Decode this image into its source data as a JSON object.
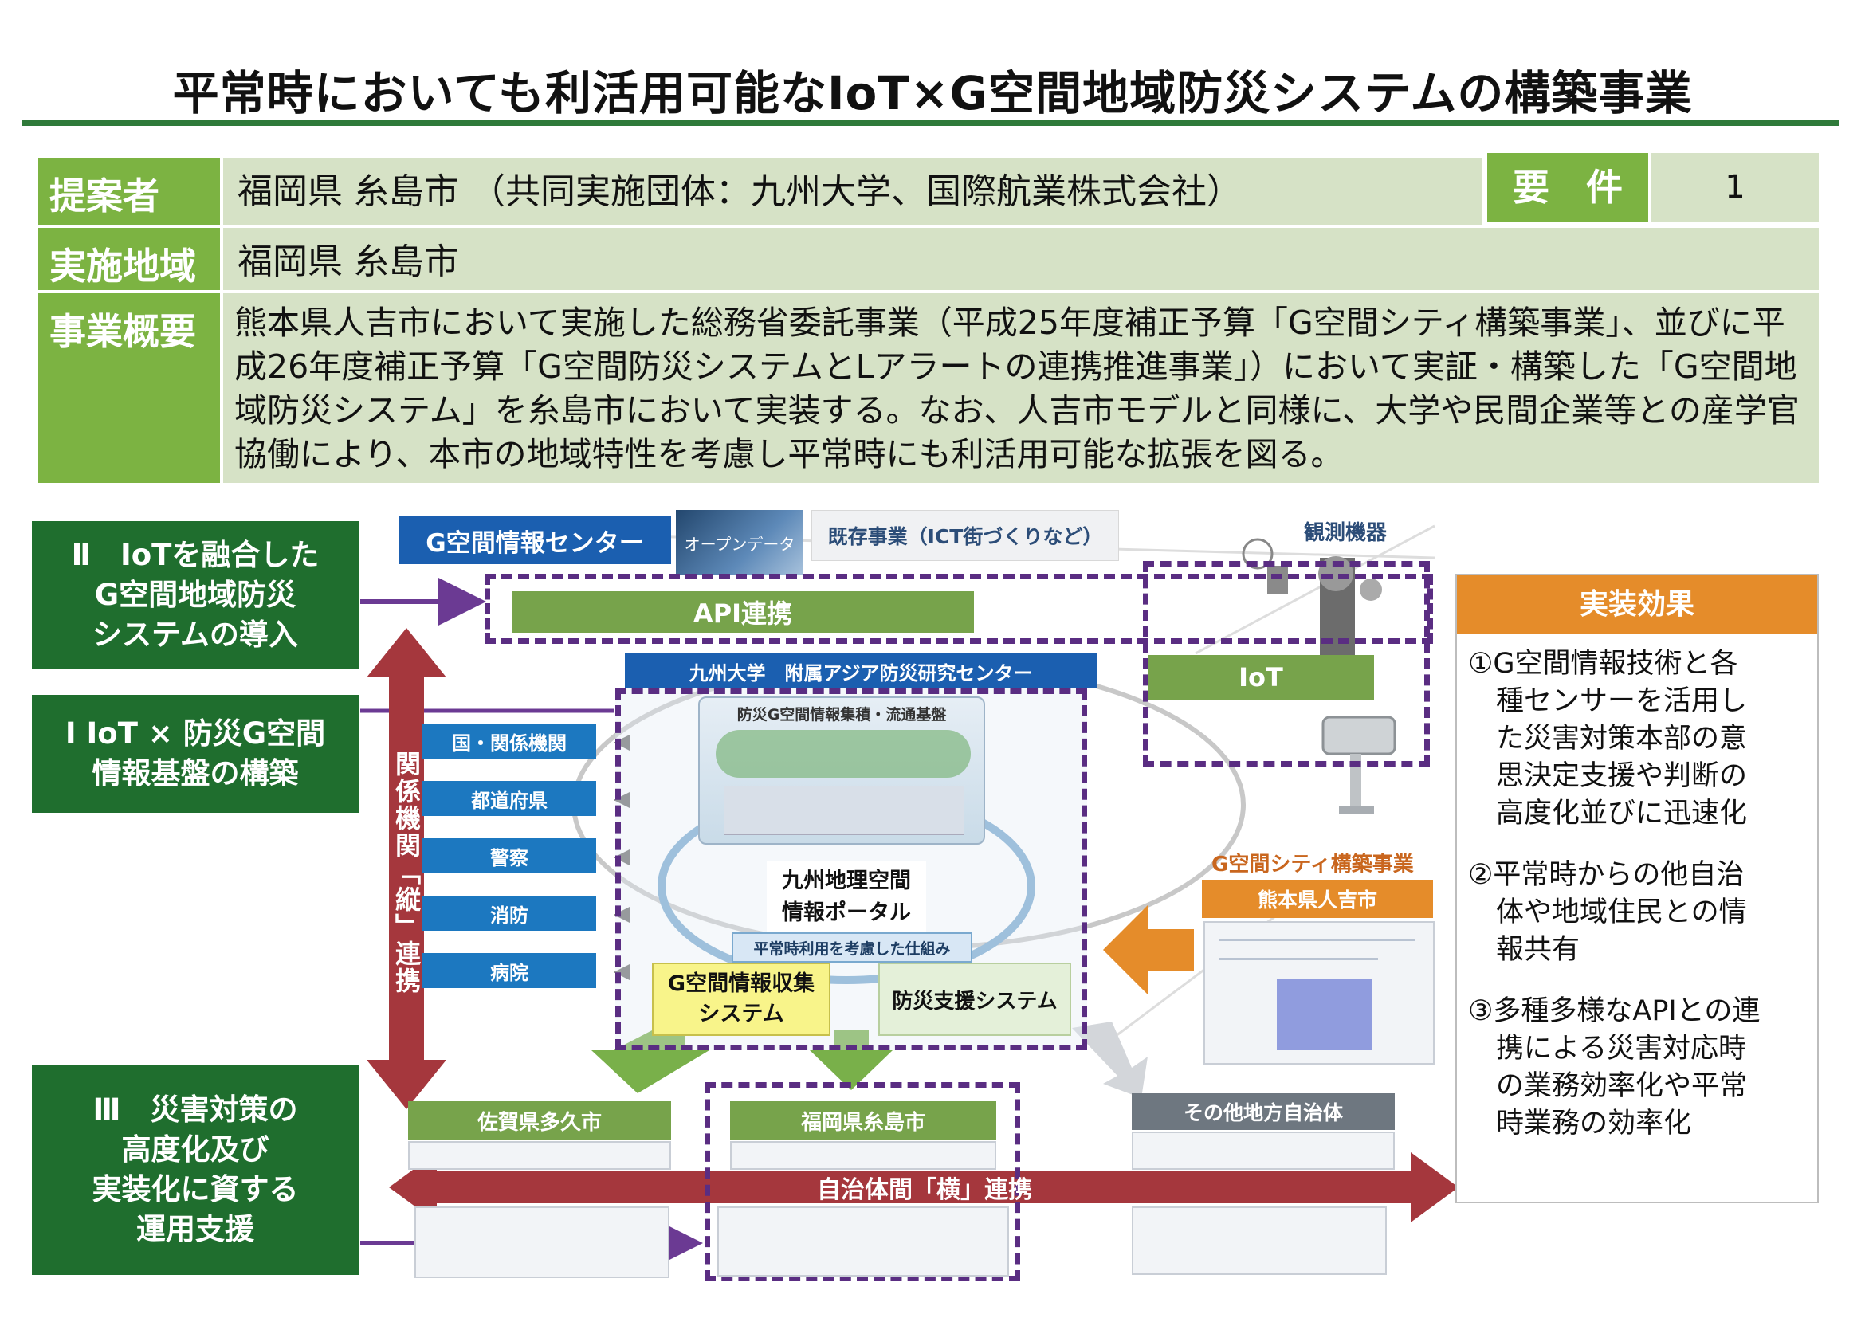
{
  "title": "平常時においても利活用可能なIoT×G空間地域防災システムの構築事業",
  "header": {
    "proposer_label": "提案者",
    "proposer_value": "福岡県 糸島市 （共同実施団体：九州大学、国際航業株式会社）",
    "requirement_label": "要　件",
    "requirement_value": "1",
    "area_label": "実施地域",
    "area_value": "福岡県 糸島市",
    "summary_label": "事業概要",
    "summary_value": "熊本県人吉市において実施した総務省委託事業（平成25年度補正予算「G空間シティ構築事業」、並びに平成26年度補正予算「G空間防災システムとLアラートの連携推進事業」）において実証・構築した「G空間地域防災システム」を糸島市において実装する。なお、人吉市モデルと同様に、大学や民間企業等との産学官協働により、本市の地域特性を考慮し平常時にも利活用可能な拡張を図る。"
  },
  "left_boxes": {
    "box2": "Ⅱ　IoTを融合した\nG空間地域防災\nシステムの導入",
    "box1": "Ⅰ IoT × 防災G空間\n情報基盤の構築",
    "box3": "Ⅲ　災害対策の\n高度化及び\n実装化に資する\n運用支援"
  },
  "diagram": {
    "g_center": "G空間情報センター",
    "open_data": "オープンデータ",
    "existing_project": "既存事業（ICT街づくりなど）",
    "sensors": "観測機器",
    "api": "API連携",
    "iot": "IoT",
    "kyushu_univ": "九州大学　附属アジア防災研究センター",
    "platform": "防災G空間情報集積・流通基盤",
    "agencies": [
      "国・関係機関",
      "都道府県",
      "警察",
      "消防",
      "病院"
    ],
    "vertical_link": "関係機関「縦」連携",
    "portal": "九州地理空間\n情報ポータル",
    "normal_use": "平常時利用を考慮した仕組み",
    "collection": "G空間情報収集\nシステム",
    "support": "防災支援システム",
    "g_city": "G空間シティ構築事業",
    "hitoyoshi": "熊本県人吉市",
    "saga": "佐賀県多久市",
    "itoshima": "福岡県糸島市",
    "others": "その他地方自治体",
    "horizontal_link": "自治体間「横」連携"
  },
  "effects": {
    "title": "実装効果",
    "items": [
      "①G空間情報技術と各\n　種センサーを活用し\n　た災害対策本部の意\n　思決定支援や判断の\n　高度化並びに迅速化",
      "②平常時からの他自治\n　体や地域住民との情\n　報共有",
      "③多種多様なAPIとの連\n　携による災害対応時\n　の業務効率化や平常\n　時業務の効率化"
    ]
  },
  "colors": {
    "dark_green": "#1f6e2e",
    "light_green": "#7cb342",
    "pale_green": "#d6e2c6",
    "blue": "#1c78c0",
    "maroon": "#a5373d",
    "orange": "#e58c2a",
    "purple": "#5a2d82"
  }
}
